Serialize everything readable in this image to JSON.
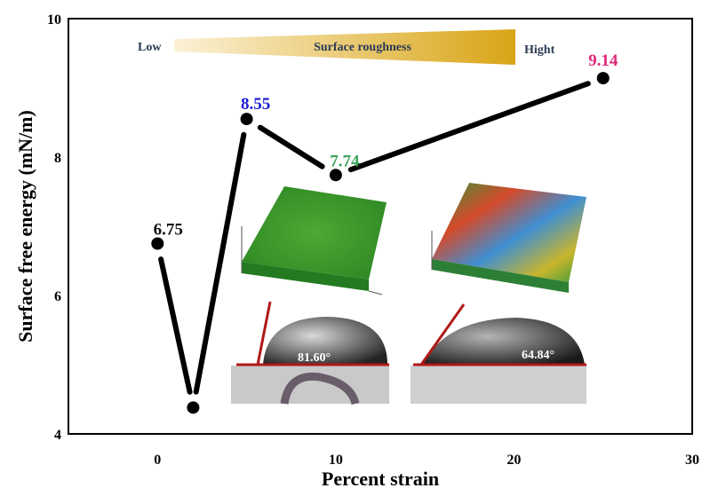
{
  "chart_data": {
    "type": "scatter",
    "xlabel": "Percent strain",
    "ylabel": "Surface free energy (mN/m)",
    "xlim": [
      -5,
      30
    ],
    "ylim": [
      4,
      10
    ],
    "xticks": [
      0,
      10,
      20,
      30
    ],
    "yticks": [
      4,
      6,
      8,
      10
    ],
    "grid": false,
    "series": [
      {
        "x": [
          0,
          2,
          5,
          10,
          25
        ],
        "y": [
          6.75,
          4.38,
          8.55,
          7.74,
          9.14
        ],
        "connected": true,
        "color": "#000000"
      }
    ],
    "point_labels": [
      {
        "x": 0,
        "y": 6.75,
        "text": "6.75",
        "color": "#111111"
      },
      {
        "x": 5,
        "y": 8.55,
        "text": "8.55",
        "color": "#1a1ad6"
      },
      {
        "x": 10,
        "y": 7.74,
        "text": "7.74",
        "color": "#3aa35a"
      },
      {
        "x": 25,
        "y": 9.14,
        "text": "9.14",
        "color": "#e0287a"
      }
    ],
    "roughness_bar": {
      "low_label": "Low",
      "title": "Surface roughness",
      "high_label": "Hight",
      "colors": [
        "#fbf1d6",
        "#d9a516"
      ]
    },
    "insets": {
      "contact_angle_left": "81.60°",
      "contact_angle_right": "64.84°"
    }
  }
}
